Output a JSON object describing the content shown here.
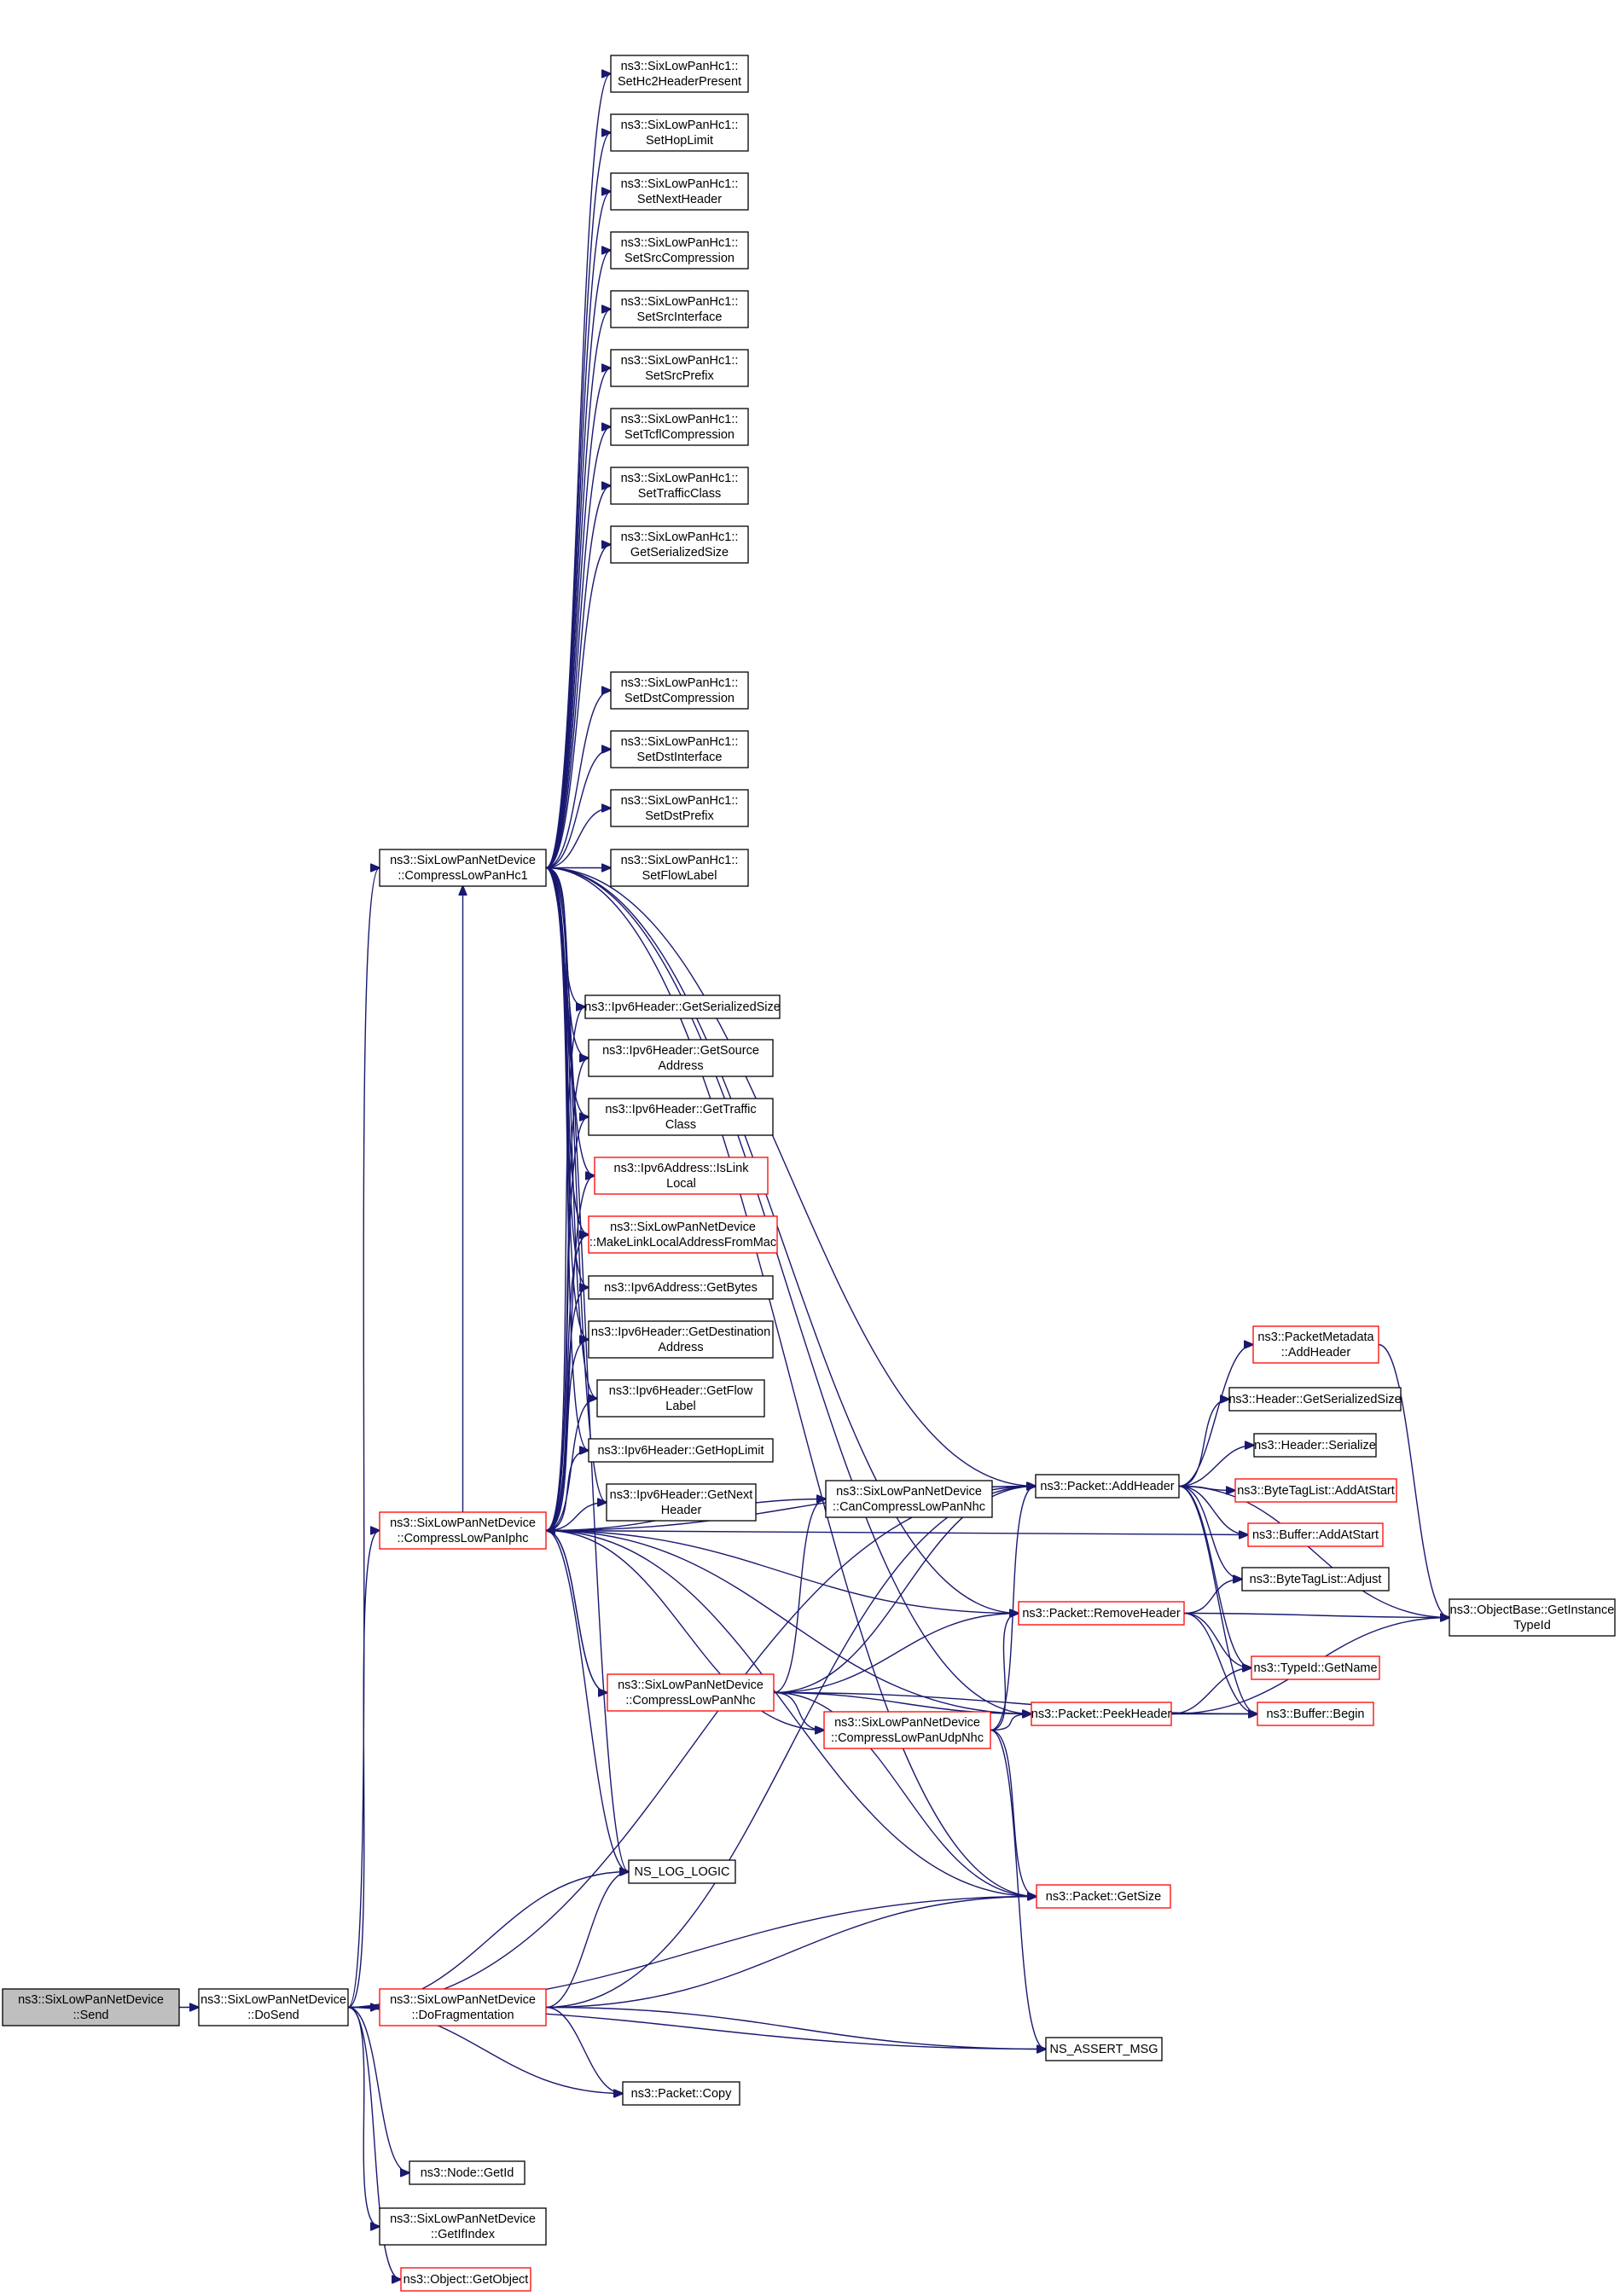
{
  "colors": {
    "edge": "#191970",
    "box_stroke_normal": "#000000",
    "box_stroke_truncated": "#ff0000",
    "box_fill": "#ffffff",
    "root_fill": "#bfbfbf"
  },
  "nodes": [
    {
      "id": "send",
      "lines": [
        "ns3::SixLowPanNetDevice",
        "::Send"
      ],
      "truncated": false,
      "root": true
    },
    {
      "id": "dosend",
      "lines": [
        "ns3::SixLowPanNetDevice",
        "::DoSend"
      ],
      "truncated": false
    },
    {
      "id": "hc1",
      "lines": [
        "ns3::SixLowPanNetDevice",
        "::CompressLowPanHc1"
      ],
      "truncated": false
    },
    {
      "id": "iphc",
      "lines": [
        "ns3::SixLowPanNetDevice",
        "::CompressLowPanIphc"
      ],
      "truncated": true
    },
    {
      "id": "dofrag",
      "lines": [
        "ns3::SixLowPanNetDevice",
        "::DoFragmentation"
      ],
      "truncated": true
    },
    {
      "id": "nodegetid",
      "lines": [
        "ns3::Node::GetId"
      ],
      "truncated": false
    },
    {
      "id": "getifindex",
      "lines": [
        "ns3::SixLowPanNetDevice",
        "::GetIfIndex"
      ],
      "truncated": false
    },
    {
      "id": "getobject",
      "lines": [
        "ns3::Object::GetObject"
      ],
      "truncated": true
    },
    {
      "id": "sethc2",
      "lines": [
        "ns3::SixLowPanHc1::",
        "SetHc2HeaderPresent"
      ],
      "truncated": false
    },
    {
      "id": "sethoplimit",
      "lines": [
        "ns3::SixLowPanHc1::",
        "SetHopLimit"
      ],
      "truncated": false
    },
    {
      "id": "setnextheader",
      "lines": [
        "ns3::SixLowPanHc1::",
        "SetNextHeader"
      ],
      "truncated": false
    },
    {
      "id": "setsrccomp",
      "lines": [
        "ns3::SixLowPanHc1::",
        "SetSrcCompression"
      ],
      "truncated": false
    },
    {
      "id": "setsrciface",
      "lines": [
        "ns3::SixLowPanHc1::",
        "SetSrcInterface"
      ],
      "truncated": false
    },
    {
      "id": "setsrcprefix",
      "lines": [
        "ns3::SixLowPanHc1::",
        "SetSrcPrefix"
      ],
      "truncated": false
    },
    {
      "id": "settcfl",
      "lines": [
        "ns3::SixLowPanHc1::",
        "SetTcflCompression"
      ],
      "truncated": false
    },
    {
      "id": "settraffic",
      "lines": [
        "ns3::SixLowPanHc1::",
        "SetTrafficClass"
      ],
      "truncated": false
    },
    {
      "id": "hc1getsize",
      "lines": [
        "ns3::SixLowPanHc1::",
        "GetSerializedSize"
      ],
      "truncated": false
    },
    {
      "id": "setdstcomp",
      "lines": [
        "ns3::SixLowPanHc1::",
        "SetDstCompression"
      ],
      "truncated": false
    },
    {
      "id": "setdstiface",
      "lines": [
        "ns3::SixLowPanHc1::",
        "SetDstInterface"
      ],
      "truncated": false
    },
    {
      "id": "setdstprefix",
      "lines": [
        "ns3::SixLowPanHc1::",
        "SetDstPrefix"
      ],
      "truncated": false
    },
    {
      "id": "setflowlabel",
      "lines": [
        "ns3::SixLowPanHc1::",
        "SetFlowLabel"
      ],
      "truncated": false
    },
    {
      "id": "ipv6getsize",
      "lines": [
        "ns3::Ipv6Header::GetSerializedSize"
      ],
      "truncated": false
    },
    {
      "id": "ipv6getsrc",
      "lines": [
        "ns3::Ipv6Header::GetSource",
        "Address"
      ],
      "truncated": false
    },
    {
      "id": "ipv6gettraffic",
      "lines": [
        "ns3::Ipv6Header::GetTraffic",
        "Class"
      ],
      "truncated": false
    },
    {
      "id": "islinklocal",
      "lines": [
        "ns3::Ipv6Address::IsLink",
        "Local"
      ],
      "truncated": true
    },
    {
      "id": "makelinklocal",
      "lines": [
        "ns3::SixLowPanNetDevice",
        "::MakeLinkLocalAddressFromMac"
      ],
      "truncated": true
    },
    {
      "id": "getbytes",
      "lines": [
        "ns3::Ipv6Address::GetBytes"
      ],
      "truncated": false
    },
    {
      "id": "ipv6getdst",
      "lines": [
        "ns3::Ipv6Header::GetDestination",
        "Address"
      ],
      "truncated": false
    },
    {
      "id": "ipv6getflow",
      "lines": [
        "ns3::Ipv6Header::GetFlow",
        "Label"
      ],
      "truncated": false
    },
    {
      "id": "ipv6gethop",
      "lines": [
        "ns3::Ipv6Header::GetHopLimit"
      ],
      "truncated": false
    },
    {
      "id": "ipv6getnext",
      "lines": [
        "ns3::Ipv6Header::GetNext",
        "Header"
      ],
      "truncated": false
    },
    {
      "id": "nslog",
      "lines": [
        "NS_LOG_LOGIC"
      ],
      "truncated": false
    },
    {
      "id": "copy",
      "lines": [
        "ns3::Packet::Copy"
      ],
      "truncated": false
    },
    {
      "id": "nhc",
      "lines": [
        "ns3::SixLowPanNetDevice",
        "::CompressLowPanNhc"
      ],
      "truncated": true
    },
    {
      "id": "cancompress",
      "lines": [
        "ns3::SixLowPanNetDevice",
        "::CanCompressLowPanNhc"
      ],
      "truncated": false
    },
    {
      "id": "udpnhc",
      "lines": [
        "ns3::SixLowPanNetDevice",
        "::CompressLowPanUdpNhc"
      ],
      "truncated": true
    },
    {
      "id": "addheader",
      "lines": [
        "ns3::Packet::AddHeader"
      ],
      "truncated": false
    },
    {
      "id": "removeheader",
      "lines": [
        "ns3::Packet::RemoveHeader"
      ],
      "truncated": true
    },
    {
      "id": "peekheader",
      "lines": [
        "ns3::Packet::PeekHeader"
      ],
      "truncated": true
    },
    {
      "id": "getsize",
      "lines": [
        "ns3::Packet::GetSize"
      ],
      "truncated": true
    },
    {
      "id": "nsassert",
      "lines": [
        "NS_ASSERT_MSG"
      ],
      "truncated": false
    },
    {
      "id": "pmaddheader",
      "lines": [
        "ns3::PacketMetadata",
        "::AddHeader"
      ],
      "truncated": true
    },
    {
      "id": "hdrgetsize",
      "lines": [
        "ns3::Header::GetSerializedSize"
      ],
      "truncated": false
    },
    {
      "id": "hdrserialize",
      "lines": [
        "ns3::Header::Serialize"
      ],
      "truncated": false
    },
    {
      "id": "btladdatstart",
      "lines": [
        "ns3::ByteTagList::AddAtStart"
      ],
      "truncated": true
    },
    {
      "id": "bufaddatstart",
      "lines": [
        "ns3::Buffer::AddAtStart"
      ],
      "truncated": true
    },
    {
      "id": "btladjust",
      "lines": [
        "ns3::ByteTagList::Adjust"
      ],
      "truncated": false
    },
    {
      "id": "typeidgetname",
      "lines": [
        "ns3::TypeId::GetName"
      ],
      "truncated": true
    },
    {
      "id": "bufbegin",
      "lines": [
        "ns3::Buffer::Begin"
      ],
      "truncated": true
    },
    {
      "id": "getinstancetypeid",
      "lines": [
        "ns3::ObjectBase::GetInstance",
        "TypeId"
      ],
      "truncated": false
    }
  ],
  "edges": [
    [
      "send",
      "dosend"
    ],
    [
      "dosend",
      "hc1"
    ],
    [
      "dosend",
      "iphc"
    ],
    [
      "dosend",
      "dofrag"
    ],
    [
      "dosend",
      "nslog"
    ],
    [
      "dosend",
      "getsize"
    ],
    [
      "dosend",
      "copy"
    ],
    [
      "dosend",
      "nsassert"
    ],
    [
      "dosend",
      "nodegetid"
    ],
    [
      "dosend",
      "getifindex"
    ],
    [
      "dosend",
      "getobject"
    ],
    [
      "dosend",
      "addheader"
    ],
    [
      "hc1",
      "sethc2"
    ],
    [
      "hc1",
      "sethoplimit"
    ],
    [
      "hc1",
      "setnextheader"
    ],
    [
      "hc1",
      "setsrccomp"
    ],
    [
      "hc1",
      "setsrciface"
    ],
    [
      "hc1",
      "setsrcprefix"
    ],
    [
      "hc1",
      "settcfl"
    ],
    [
      "hc1",
      "settraffic"
    ],
    [
      "hc1",
      "hc1getsize"
    ],
    [
      "hc1",
      "setdstcomp"
    ],
    [
      "hc1",
      "setdstiface"
    ],
    [
      "hc1",
      "setdstprefix"
    ],
    [
      "hc1",
      "setflowlabel"
    ],
    [
      "hc1",
      "ipv6getsize"
    ],
    [
      "hc1",
      "ipv6getsrc"
    ],
    [
      "hc1",
      "ipv6gettraffic"
    ],
    [
      "hc1",
      "islinklocal"
    ],
    [
      "hc1",
      "makelinklocal"
    ],
    [
      "hc1",
      "getbytes"
    ],
    [
      "hc1",
      "ipv6getdst"
    ],
    [
      "hc1",
      "ipv6getflow"
    ],
    [
      "hc1",
      "ipv6gethop"
    ],
    [
      "hc1",
      "ipv6getnext"
    ],
    [
      "hc1",
      "nslog"
    ],
    [
      "hc1",
      "addheader"
    ],
    [
      "hc1",
      "removeheader"
    ],
    [
      "hc1",
      "peekheader"
    ],
    [
      "hc1",
      "getsize"
    ],
    [
      "iphc",
      "hc1"
    ],
    [
      "iphc",
      "ipv6getsize"
    ],
    [
      "iphc",
      "ipv6getsrc"
    ],
    [
      "iphc",
      "ipv6gettraffic"
    ],
    [
      "iphc",
      "islinklocal"
    ],
    [
      "iphc",
      "makelinklocal"
    ],
    [
      "iphc",
      "getbytes"
    ],
    [
      "iphc",
      "ipv6getdst"
    ],
    [
      "iphc",
      "ipv6getflow"
    ],
    [
      "iphc",
      "ipv6gethop"
    ],
    [
      "iphc",
      "ipv6getnext"
    ],
    [
      "iphc",
      "nslog"
    ],
    [
      "iphc",
      "nhc"
    ],
    [
      "iphc",
      "cancompress"
    ],
    [
      "iphc",
      "udpnhc"
    ],
    [
      "iphc",
      "addheader"
    ],
    [
      "iphc",
      "removeheader"
    ],
    [
      "iphc",
      "peekheader"
    ],
    [
      "iphc",
      "getsize"
    ],
    [
      "iphc",
      "bufaddatstart"
    ],
    [
      "nhc",
      "iphc"
    ],
    [
      "nhc",
      "cancompress"
    ],
    [
      "nhc",
      "udpnhc"
    ],
    [
      "nhc",
      "addheader"
    ],
    [
      "nhc",
      "removeheader"
    ],
    [
      "nhc",
      "peekheader"
    ],
    [
      "nhc",
      "getsize"
    ],
    [
      "nhc",
      "bufbegin"
    ],
    [
      "udpnhc",
      "addheader"
    ],
    [
      "udpnhc",
      "removeheader"
    ],
    [
      "udpnhc",
      "peekheader"
    ],
    [
      "udpnhc",
      "getsize"
    ],
    [
      "udpnhc",
      "nsassert"
    ],
    [
      "dofrag",
      "nslog"
    ],
    [
      "dofrag",
      "addheader"
    ],
    [
      "dofrag",
      "copy"
    ],
    [
      "dofrag",
      "getsize"
    ],
    [
      "dofrag",
      "nsassert"
    ],
    [
      "addheader",
      "pmaddheader"
    ],
    [
      "addheader",
      "hdrgetsize"
    ],
    [
      "addheader",
      "hdrserialize"
    ],
    [
      "addheader",
      "btladdatstart"
    ],
    [
      "addheader",
      "bufaddatstart"
    ],
    [
      "addheader",
      "btladjust"
    ],
    [
      "addheader",
      "typeidgetname"
    ],
    [
      "addheader",
      "bufbegin"
    ],
    [
      "addheader",
      "getinstancetypeid"
    ],
    [
      "removeheader",
      "btladjust"
    ],
    [
      "removeheader",
      "typeidgetname"
    ],
    [
      "removeheader",
      "bufbegin"
    ],
    [
      "removeheader",
      "getinstancetypeid"
    ],
    [
      "peekheader",
      "typeidgetname"
    ],
    [
      "peekheader",
      "bufbegin"
    ],
    [
      "peekheader",
      "getinstancetypeid"
    ],
    [
      "pmaddheader",
      "getinstancetypeid"
    ]
  ]
}
